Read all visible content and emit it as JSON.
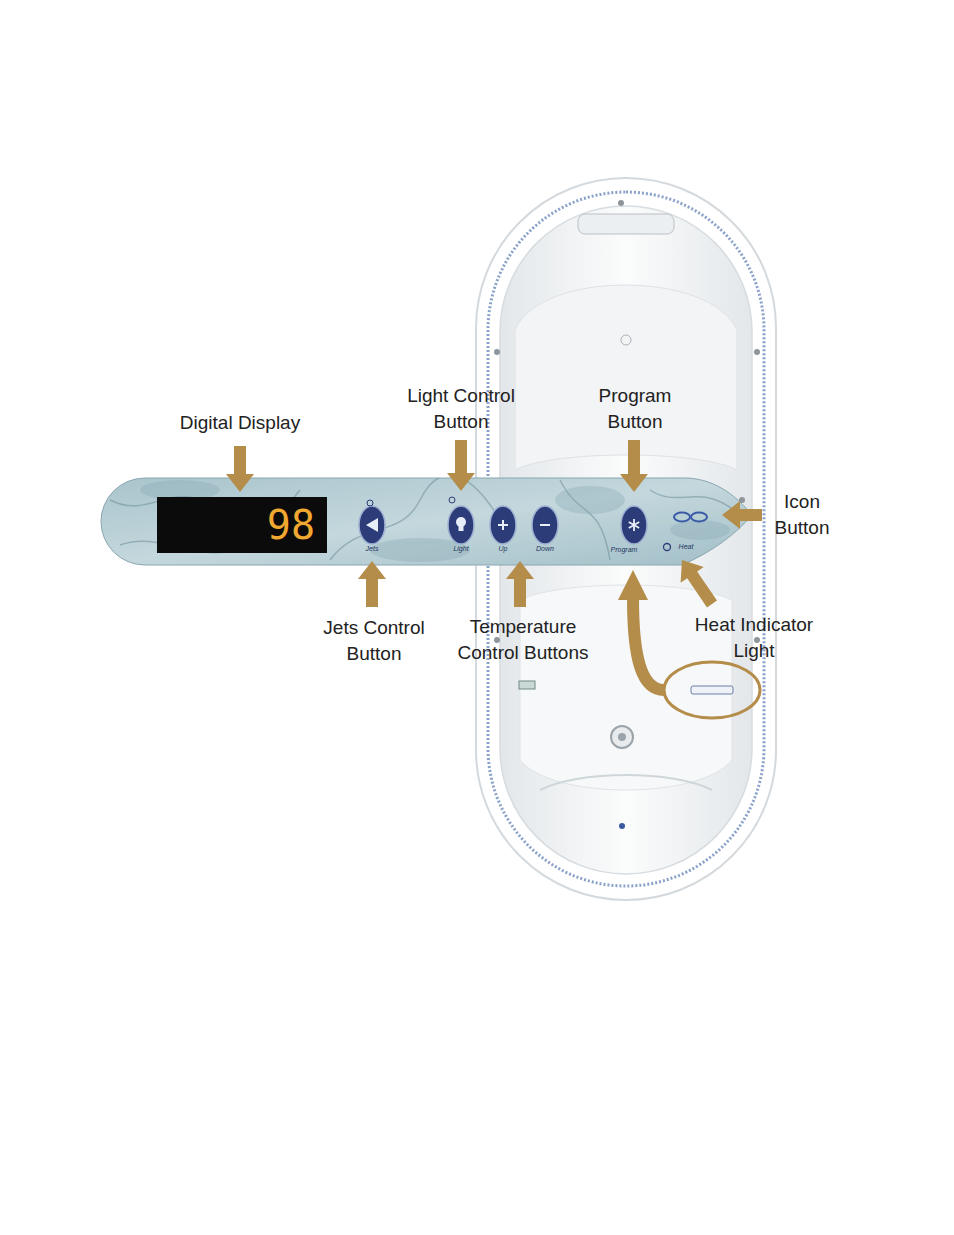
{
  "diagram": {
    "nodes": [
      {
        "text": [
          "98"
        ]
      }
    ],
    "labels": [
      "Digital Display",
      "Light Control Button",
      "Program Button",
      "Icon Button",
      "Jets Control Button",
      "Temperature Control Buttons",
      "Heat Indicator Light",
      "Jets",
      "Light",
      "Up",
      "Down",
      "Program",
      "Heat"
    ]
  }
}
